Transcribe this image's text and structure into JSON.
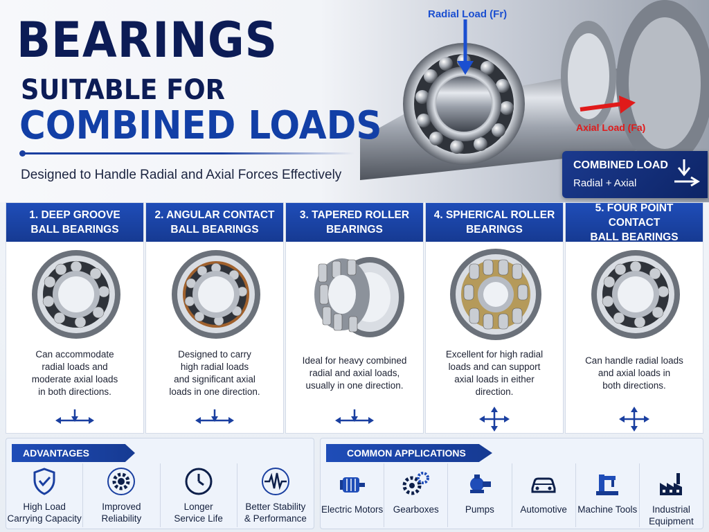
{
  "hero": {
    "title_line1": "BEARINGS",
    "title_line2": "SUITABLE FOR",
    "title_line3": "COMBINED LOADS",
    "subtitle": "Designed to Handle Radial and Axial Forces Effectively",
    "radial_label": "Radial Load (Fr)",
    "axial_label": "Axial Load (Fa)",
    "combined_box": {
      "title": "COMBINED LOAD",
      "subtitle": "Radial + Axial"
    }
  },
  "cards": [
    {
      "heading": "1. DEEP GROOVE\nBALL BEARINGS",
      "description": "Can accommodate\nradial loads and\nmoderate axial loads\nin both directions.",
      "icon": "deep-groove-bearing",
      "arrow": "bidirectional-axial"
    },
    {
      "heading": "2. ANGULAR CONTACT\nBALL BEARINGS",
      "description": "Designed to carry\nhigh radial loads\nand significant axial\nloads in one direction.",
      "icon": "angular-contact-bearing",
      "arrow": "bidirectional-axial"
    },
    {
      "heading": "3. TAPERED ROLLER\nBEARINGS",
      "description": "Ideal for heavy combined\nradial and axial loads,\nusually in one direction.",
      "icon": "tapered-roller-bearing",
      "arrow": "bidirectional-axial"
    },
    {
      "heading": "4. SPHERICAL ROLLER\nBEARINGS",
      "description": "Excellent for high radial\nloads and can support\naxial loads in either\ndirection.",
      "icon": "spherical-roller-bearing",
      "arrow": "four-way"
    },
    {
      "heading": "5. FOUR POINT CONTACT\nBALL BEARINGS",
      "description": "Can handle radial loads\nand axial loads in\nboth directions.",
      "icon": "four-point-contact-bearing",
      "arrow": "four-way"
    }
  ],
  "advantages": {
    "title": "ADVANTAGES",
    "items": [
      {
        "label": "High Load\nCarrying Capacity",
        "icon": "shield-check-icon"
      },
      {
        "label": "Improved\nReliability",
        "icon": "gear-icon"
      },
      {
        "label": "Longer\nService Life",
        "icon": "clock-icon"
      },
      {
        "label": "Better Stability\n& Performance",
        "icon": "waveform-icon"
      }
    ]
  },
  "applications": {
    "title": "COMMON APPLICATIONS",
    "items": [
      {
        "label": "Electric Motors",
        "icon": "motor-icon"
      },
      {
        "label": "Gearboxes",
        "icon": "gears-icon"
      },
      {
        "label": "Pumps",
        "icon": "pump-icon"
      },
      {
        "label": "Automotive",
        "icon": "car-icon"
      },
      {
        "label": "Machine Tools",
        "icon": "machine-tool-icon"
      },
      {
        "label": "Industrial\nEquipment",
        "icon": "factory-icon"
      }
    ]
  },
  "colors": {
    "navy": "#0c1c56",
    "blue": "#1f4db8",
    "radial_arrow": "#1b4fd0",
    "axial_arrow": "#e01a1a"
  }
}
